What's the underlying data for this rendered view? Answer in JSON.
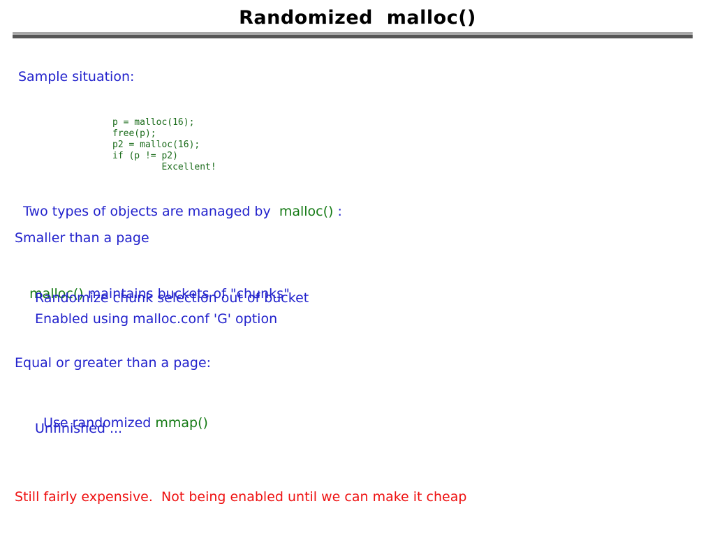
{
  "slide": {
    "title": "Randomized  malloc()",
    "rule": {
      "top_color": "#a8a8a8",
      "bottom_color": "#555555"
    },
    "colors": {
      "blue": "#2222cc",
      "green": "#147a14",
      "red": "#ee1111",
      "code_green": "#1a6b1a",
      "title_black": "#000000",
      "background": "#ffffff"
    },
    "sample_heading": "Sample situation:",
    "code_block": {
      "lines": [
        "p = malloc(16);",
        "free(p);",
        "p2 = malloc(16);",
        "if (p != p2)",
        "         Excellent!"
      ],
      "text": "p = malloc(16);\nfree(p);\np2 = malloc(16);\nif (p != p2)\n         Excellent!"
    },
    "two_types": {
      "prefix": "Two types of objects are managed by  ",
      "code": "malloc()",
      "suffix": " :"
    },
    "smaller_heading": "Smaller than a page",
    "buckets": {
      "code": "malloc()",
      "rest": " maintains buckets of \"chunks\""
    },
    "bullets_small": [
      "Randomize chunk selection out of bucket",
      "Enabled using malloc.conf 'G' option"
    ],
    "equal_heading": "Equal or greater than a page:",
    "use_mmap": {
      "prefix": "Use randomized ",
      "code": "mmap()"
    },
    "unfinished": "Unfinished ...",
    "footer_note": "Still fairly expensive.  Not being enabled until we can make it cheap"
  }
}
